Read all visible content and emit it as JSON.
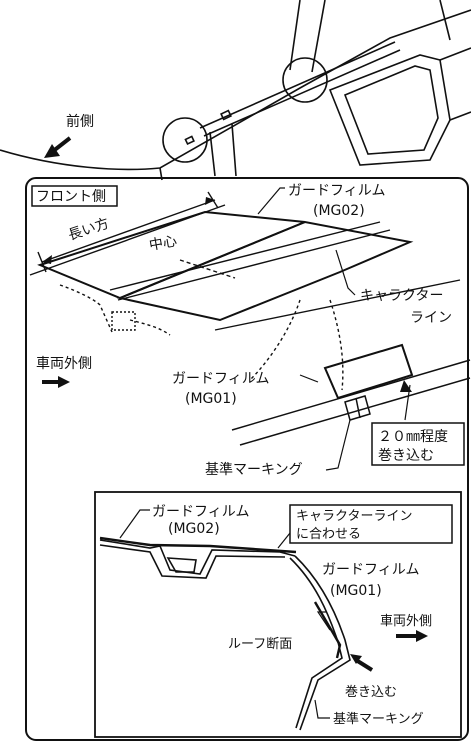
{
  "top": {
    "front_side_label": "前側"
  },
  "panel": {
    "front_side_box": "フロント側",
    "long_side": "長い方",
    "center": "中心",
    "guard_film_mg02_line1": "ガードフィルム",
    "guard_film_mg02_line2": "(MG02)",
    "character_line_line1": "キャラクター",
    "character_line_line2": "ライン",
    "vehicle_outside": "車両外側",
    "guard_film_mg01_line1": "ガードフィルム",
    "guard_film_mg01_line2": "(MG01)",
    "wrap_20mm_line1": "２０㎜程度",
    "wrap_20mm_line2": "巻き込む",
    "reference_marking": "基準マーキング"
  },
  "detail": {
    "guard_film_mg02_line1": "ガードフィルム",
    "guard_film_mg02_line2": "(MG02)",
    "align_char_line1": "キャラクターライン",
    "align_char_line2": "に合わせる",
    "guard_film_mg01_line1": "ガードフィルム",
    "guard_film_mg01_line2": "(MG01)",
    "vehicle_outside": "車両外側",
    "roof_section": "ルーフ断面",
    "wrap_in": "巻き込む",
    "reference_marking": "基準マーキング"
  }
}
